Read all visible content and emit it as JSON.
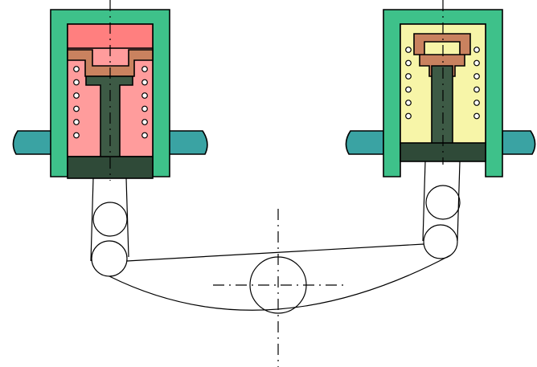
{
  "colors": {
    "housing": "#3ec18a",
    "mount": "#3aa3a3",
    "left_top": "#ff7f7f",
    "left_fill": "#ff9c9c",
    "right_fill": "#f7f5a8",
    "piston": "#3d5a45",
    "base": "#2f4a38",
    "seal": "#c9825f",
    "line": "#000000",
    "background": "#ffffff"
  },
  "left_unit": {
    "spring_coils_visible": 12
  },
  "right_unit": {
    "spring_coils_visible": 12
  },
  "components": [
    "housing",
    "mounting-bracket",
    "spring",
    "piston",
    "seal",
    "base-plate",
    "roller",
    "belt-loop",
    "center-pulley"
  ],
  "icons": [
    "centerline-icon"
  ]
}
